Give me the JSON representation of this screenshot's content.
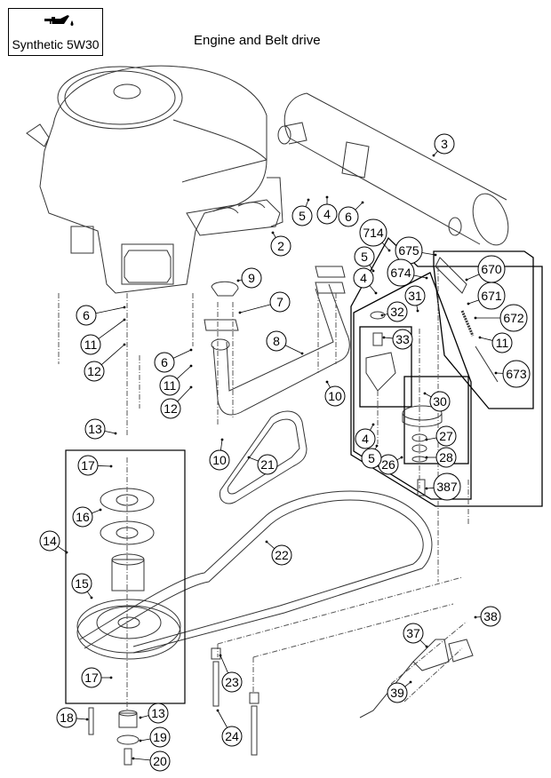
{
  "header": {
    "title": "Engine and Belt drive",
    "oil_spec": {
      "icon": "oil-can-icon",
      "label": "Synthetic 5W30"
    }
  },
  "callouts": [
    {
      "id": "c-2",
      "label": "2"
    },
    {
      "id": "c-3",
      "label": "3"
    },
    {
      "id": "c-5a",
      "label": "5"
    },
    {
      "id": "c-4a",
      "label": "4"
    },
    {
      "id": "c-6a",
      "label": "6"
    },
    {
      "id": "c-714",
      "label": "714"
    },
    {
      "id": "c-675",
      "label": "675"
    },
    {
      "id": "c-670",
      "label": "670"
    },
    {
      "id": "c-674",
      "label": "674"
    },
    {
      "id": "c-671",
      "label": "671"
    },
    {
      "id": "c-672",
      "label": "672"
    },
    {
      "id": "c-11c",
      "label": "11"
    },
    {
      "id": "c-673",
      "label": "673"
    },
    {
      "id": "c-5b",
      "label": "5"
    },
    {
      "id": "c-4b",
      "label": "4"
    },
    {
      "id": "c-31",
      "label": "31"
    },
    {
      "id": "c-32",
      "label": "32"
    },
    {
      "id": "c-33",
      "label": "33"
    },
    {
      "id": "c-30",
      "label": "30"
    },
    {
      "id": "c-27",
      "label": "27"
    },
    {
      "id": "c-28",
      "label": "28"
    },
    {
      "id": "c-26",
      "label": "26"
    },
    {
      "id": "c-4c",
      "label": "4"
    },
    {
      "id": "c-5c",
      "label": "5"
    },
    {
      "id": "c-387",
      "label": "387"
    },
    {
      "id": "c-9",
      "label": "9"
    },
    {
      "id": "c-7",
      "label": "7"
    },
    {
      "id": "c-8",
      "label": "8"
    },
    {
      "id": "c-10a",
      "label": "10"
    },
    {
      "id": "c-10b",
      "label": "10"
    },
    {
      "id": "c-6b",
      "label": "6"
    },
    {
      "id": "c-11a",
      "label": "11"
    },
    {
      "id": "c-12a",
      "label": "12"
    },
    {
      "id": "c-6c",
      "label": "6"
    },
    {
      "id": "c-11b",
      "label": "11"
    },
    {
      "id": "c-12b",
      "label": "12"
    },
    {
      "id": "c-13a",
      "label": "13"
    },
    {
      "id": "c-21",
      "label": "21"
    },
    {
      "id": "c-22",
      "label": "22"
    },
    {
      "id": "c-17a",
      "label": "17"
    },
    {
      "id": "c-16",
      "label": "16"
    },
    {
      "id": "c-14",
      "label": "14"
    },
    {
      "id": "c-15",
      "label": "15"
    },
    {
      "id": "c-17b",
      "label": "17"
    },
    {
      "id": "c-18",
      "label": "18"
    },
    {
      "id": "c-13b",
      "label": "13"
    },
    {
      "id": "c-19",
      "label": "19"
    },
    {
      "id": "c-20",
      "label": "20"
    },
    {
      "id": "c-23",
      "label": "23"
    },
    {
      "id": "c-24",
      "label": "24"
    },
    {
      "id": "c-37",
      "label": "37"
    },
    {
      "id": "c-38",
      "label": "38"
    },
    {
      "id": "c-39",
      "label": "39"
    }
  ]
}
